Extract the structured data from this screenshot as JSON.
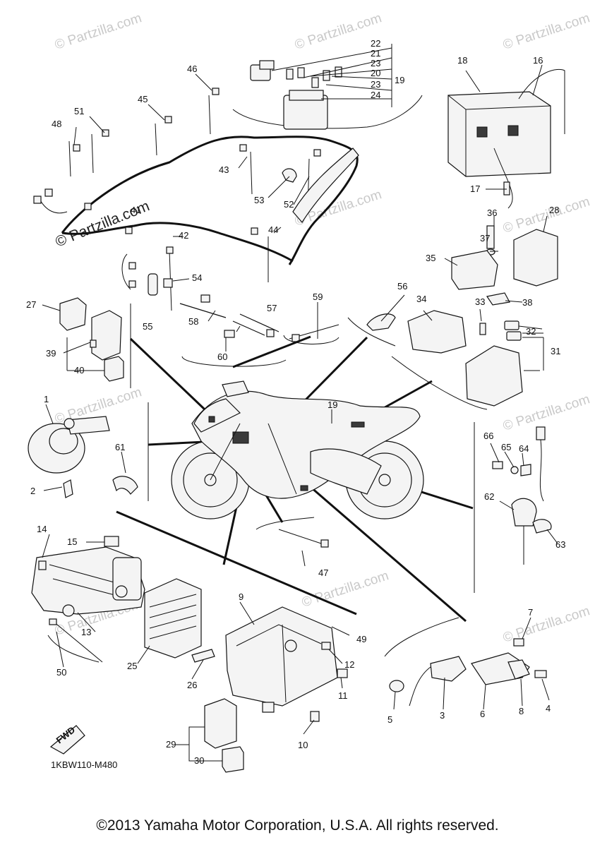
{
  "diagram": {
    "code": "1KBW110-M480",
    "fwd_label": "FWD",
    "copyright": "©2013 Yamaha Motor Corporation, U.S.A. All rights reserved.",
    "watermark": "© Partzilla.com",
    "callouts": {
      "c1": "1",
      "c2": "2",
      "c3": "3",
      "c4": "4",
      "c5": "5",
      "c6": "6",
      "c7": "7",
      "c8": "8",
      "c9": "9",
      "c10": "10",
      "c11": "11",
      "c12": "12",
      "c13": "13",
      "c14": "14",
      "c15": "15",
      "c16": "16",
      "c17": "17",
      "c18": "18",
      "c19a": "19",
      "c19b": "19",
      "c20": "20",
      "c21": "21",
      "c22": "22",
      "c23a": "23",
      "c23b": "23",
      "c24": "24",
      "c25": "25",
      "c26": "26",
      "c27": "27",
      "c28": "28",
      "c29": "29",
      "c30": "30",
      "c31": "31",
      "c32": "32",
      "c33": "33",
      "c34": "34",
      "c35": "35",
      "c36": "36",
      "c37": "37",
      "c38": "38",
      "c39": "39",
      "c40": "40",
      "c41": "41",
      "c42": "42",
      "c43": "43",
      "c44": "44",
      "c45": "45",
      "c46": "46",
      "c47": "47",
      "c48": "48",
      "c49": "49",
      "c50": "50",
      "c51": "51",
      "c52": "52",
      "c53": "53",
      "c54": "54",
      "c55": "55",
      "c56": "56",
      "c57": "57",
      "c58": "58",
      "c59": "59",
      "c60": "60",
      "c61": "61",
      "c62": "62",
      "c63": "63",
      "c64": "64",
      "c65": "65",
      "c66": "66"
    }
  }
}
